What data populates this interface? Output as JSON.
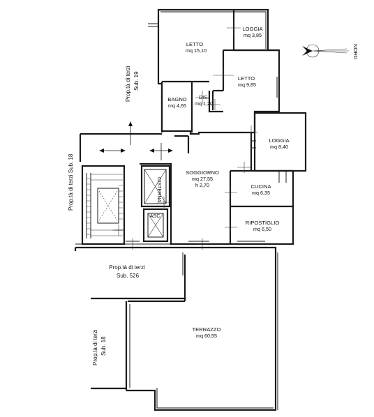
{
  "rooms": {
    "letto1": {
      "name": "LETTO",
      "area": "mq 15,10"
    },
    "loggia1": {
      "name": "LOGGIA",
      "area": "mq 3,85"
    },
    "letto2": {
      "name": "LETTO",
      "area": "mq 9,85"
    },
    "bagno": {
      "name": "BAGNO",
      "area": "mq 4,65"
    },
    "dis": {
      "name": "DIS.",
      "area": "mq 1,20"
    },
    "loggia2": {
      "name": "LOGGIA",
      "area": "mq 8,40"
    },
    "soggiorno": {
      "name": "SOGGIORNO",
      "area": "mq 27,55",
      "height": "h 2,70"
    },
    "cucina": {
      "name": "CUCINA",
      "area": "mq 6,35"
    },
    "ripostiglio": {
      "name": "RIPOSTIGLIO",
      "area": "mq 6,50"
    },
    "terrazzo": {
      "name": "TERRAZZO",
      "area": "mq 60,55"
    },
    "cisterna": {
      "name": "CISTERNA"
    },
    "asc": {
      "name": "ASC."
    }
  },
  "third_party": {
    "sub19": {
      "line1": "Prop.tà di terzi",
      "line2": "Sub. 19"
    },
    "sub18_left": {
      "line1": "Prop.tà di terzi Sub. 18"
    },
    "sub526": {
      "line1": "Prop.tà di terzi",
      "line2": "Sub. 526"
    },
    "sub18_bottom": {
      "line1": "Prop.tà di terzi",
      "line2": "Sub. 18"
    }
  },
  "compass": {
    "label": "NORD"
  }
}
